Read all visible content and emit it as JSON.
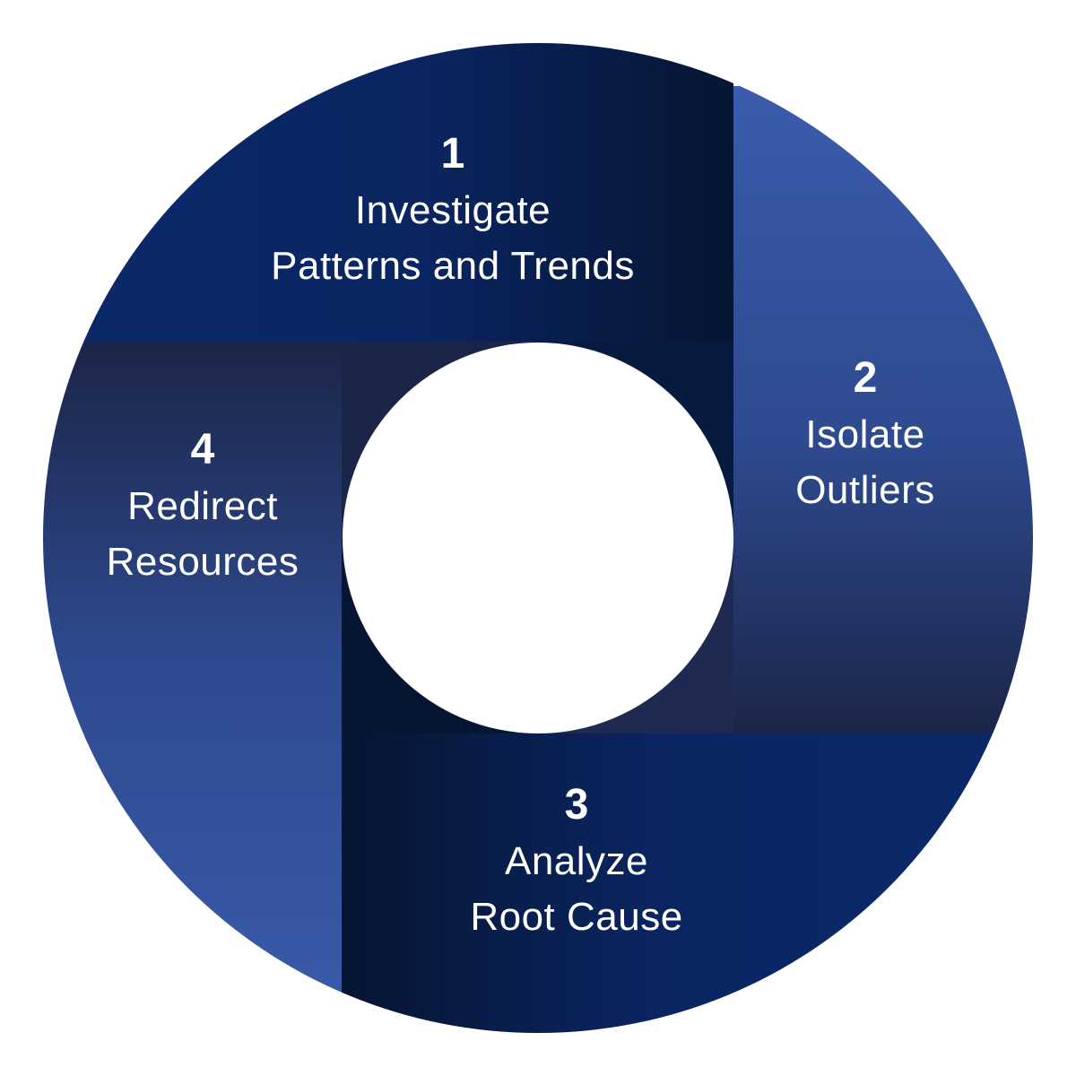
{
  "diagram": {
    "type": "cycle",
    "colors": {
      "light_blue": "#3a5cab",
      "navy": "#0b2a6b",
      "dark_navy": "#061532",
      "slate_dark": "#1b2548",
      "center": "#ffffff"
    },
    "steps": [
      {
        "number": "1",
        "lines": [
          "Investigate",
          "Patterns and Trends"
        ]
      },
      {
        "number": "2",
        "lines": [
          "Isolate",
          "Outliers"
        ]
      },
      {
        "number": "3",
        "lines": [
          "Analyze",
          "Root Cause"
        ]
      },
      {
        "number": "4",
        "lines": [
          "Redirect",
          "Resources"
        ]
      }
    ]
  }
}
